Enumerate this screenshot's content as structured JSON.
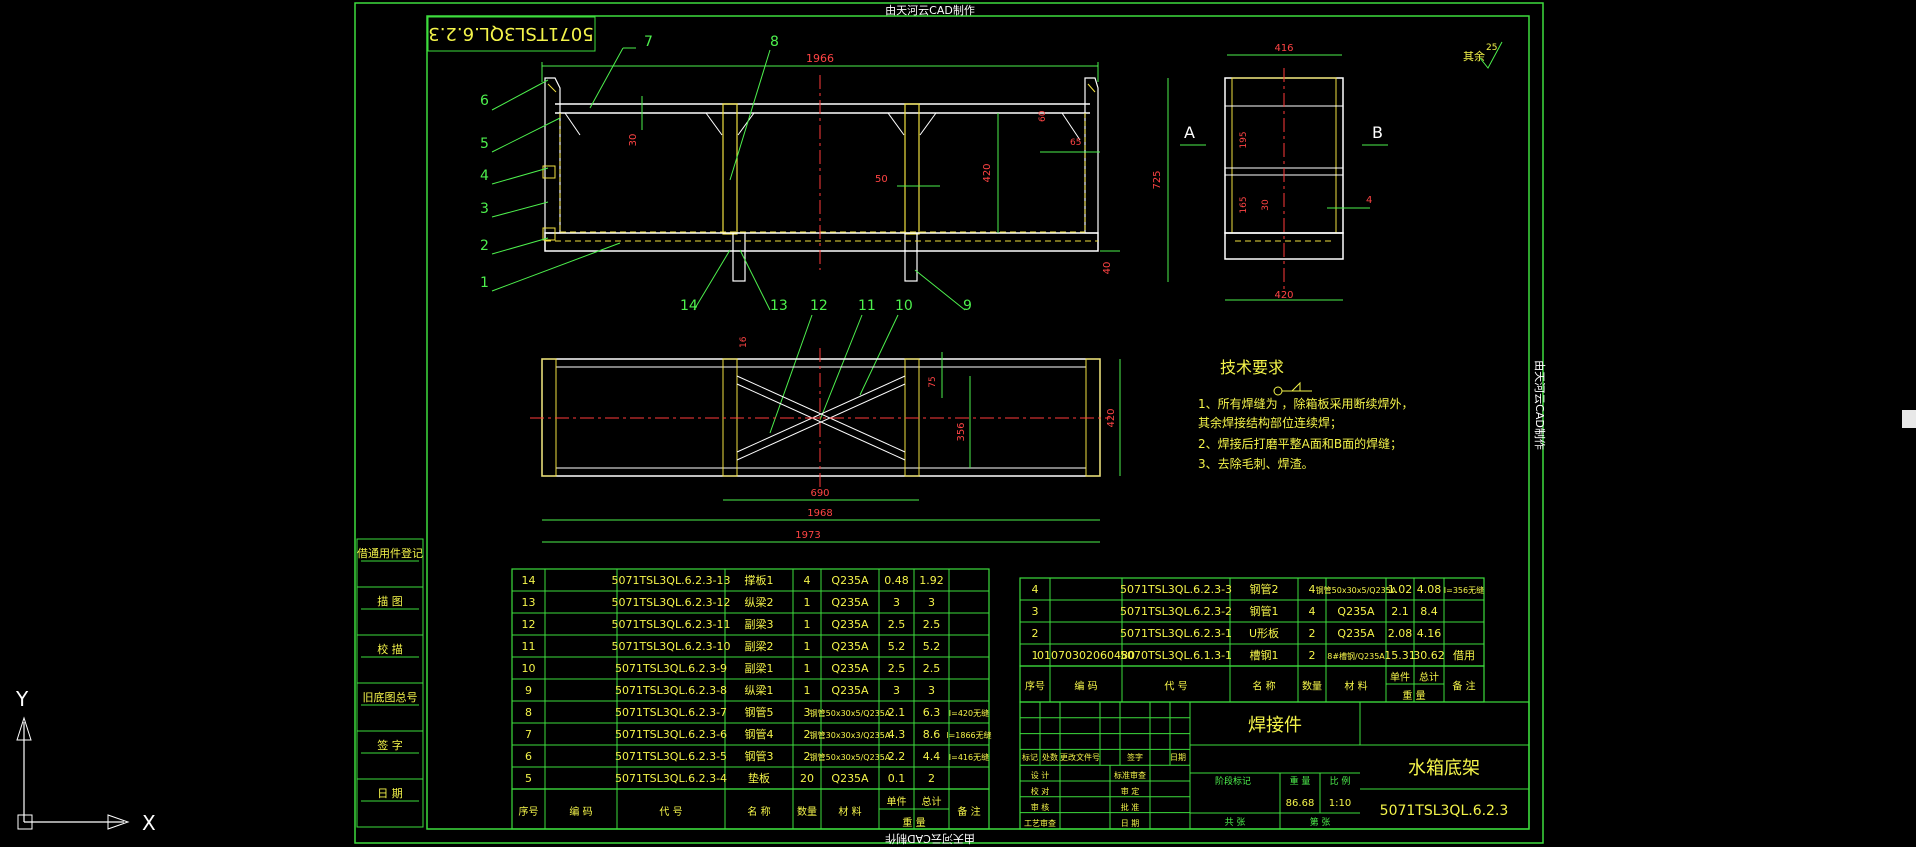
{
  "watermark": "由天河云CAD制作",
  "part_code_stamp": "5071TSL3QL.6.2.3",
  "general_note": "其余",
  "roughness_value": "25",
  "dims_front": {
    "overall": "1966",
    "d30": "30",
    "d420": "420",
    "d50": "50",
    "d40": "40",
    "d60": "60",
    "d65": "65"
  },
  "dims_side": {
    "width_top": "416",
    "h725": "725",
    "h195": "195",
    "h165": "165",
    "h30": "30",
    "d4": "4",
    "width_bottom": "420"
  },
  "dims_plan": {
    "d690": "690",
    "d1968": "1968",
    "d1973": "1973",
    "d420": "420",
    "d356": "356",
    "d75": "75",
    "d16": "16"
  },
  "view_labels": {
    "a": "A",
    "b": "B"
  },
  "balloons_top": [
    "7",
    "8"
  ],
  "balloons_left": [
    "6",
    "5",
    "4",
    "3",
    "2",
    "1"
  ],
  "balloons_bottom": [
    "14",
    "13",
    "12",
    "11",
    "10",
    "9"
  ],
  "tech": {
    "title": "技术要求",
    "lines": [
      "1、所有焊缝为          ，除箱板采用断续焊外，",
      "    其余焊接结构部位连续焊；",
      "2、焊接后打磨平整A面和B面的焊缝；",
      "3、去除毛刺、焊渣。"
    ]
  },
  "left_column": [
    "借通用件登记",
    "描 图",
    "校 描",
    "旧底图总号",
    "签 字",
    "日 期"
  ],
  "bom_left": {
    "rows": [
      [
        "14",
        "",
        "5071TSL3QL.6.2.3-13",
        "撑板1",
        "4",
        "Q235A",
        "0.48",
        "1.92",
        ""
      ],
      [
        "13",
        "",
        "5071TSL3QL.6.2.3-12",
        "纵梁2",
        "1",
        "Q235A",
        "3",
        "3",
        ""
      ],
      [
        "12",
        "",
        "5071TSL3QL.6.2.3-11",
        "副梁3",
        "1",
        "Q235A",
        "2.5",
        "2.5",
        ""
      ],
      [
        "11",
        "",
        "5071TSL3QL.6.2.3-10",
        "副梁2",
        "1",
        "Q235A",
        "5.2",
        "5.2",
        ""
      ],
      [
        "10",
        "",
        "5071TSL3QL.6.2.3-9",
        "副梁1",
        "1",
        "Q235A",
        "2.5",
        "2.5",
        ""
      ],
      [
        "9",
        "",
        "5071TSL3QL.6.2.3-8",
        "纵梁1",
        "1",
        "Q235A",
        "3",
        "3",
        ""
      ],
      [
        "8",
        "",
        "5071TSL3QL.6.2.3-7",
        "钢管5",
        "3",
        "钢管50x30x5/Q235A",
        "2.1",
        "6.3",
        "l=420无缝"
      ],
      [
        "7",
        "",
        "5071TSL3QL.6.2.3-6",
        "钢管4",
        "2",
        "钢管30x30x3/Q235A",
        "4.3",
        "8.6",
        "l=1866无缝"
      ],
      [
        "6",
        "",
        "5071TSL3QL.6.2.3-5",
        "钢管3",
        "2",
        "钢管50x30x5/Q235A",
        "2.2",
        "4.4",
        "l=416无缝"
      ],
      [
        "5",
        "",
        "5071TSL3QL.6.2.3-4",
        "垫板",
        "20",
        "Q235A",
        "0.1",
        "2",
        ""
      ]
    ],
    "header": [
      "序号",
      "编 码",
      "代 号",
      "名 称",
      "数量",
      "材 料",
      "单件",
      "总计",
      "备 注"
    ],
    "weight_label": "重 量"
  },
  "bom_right": {
    "rows": [
      [
        "4",
        "",
        "5071TSL3QL.6.2.3-3",
        "钢管2",
        "4",
        "钢管50x30x5/Q235A",
        "1.02",
        "4.08",
        "l=356无缝"
      ],
      [
        "3",
        "",
        "5071TSL3QL.6.2.3-2",
        "钢管1",
        "4",
        "Q235A",
        "2.1",
        "8.4",
        ""
      ],
      [
        "2",
        "",
        "5071TSL3QL.6.2.3-1",
        "U形板",
        "2",
        "Q235A",
        "2.08",
        "4.16",
        ""
      ],
      [
        "1",
        "01070302060480",
        "5070TSL3QL.6.1.3-1",
        "槽钢1",
        "2",
        "8#槽钢/Q235A",
        "15.31",
        "30.62",
        "借用"
      ]
    ],
    "header": [
      "序号",
      "编 码",
      "代 号",
      "名 称",
      "数量",
      "材 料",
      "单件",
      "总计",
      "备 注"
    ],
    "weight_label": "重 量"
  },
  "title_block": {
    "part_type": "焊接件",
    "part_name": "水箱底架",
    "drawing_no": "5071TSL3QL.6.2.3",
    "weight": "86.68",
    "scale": "1:10",
    "stage_label": "阶段标记",
    "weight_label": "重 量",
    "scale_label": "比 例",
    "sheets_label": "共 张",
    "sheet_label": "第 张",
    "rev_headers": [
      "标记",
      "处数",
      "更改文件号",
      "签字",
      "日期"
    ],
    "sign_rows": [
      "设 计",
      "校 对",
      "审 核",
      "工艺审查"
    ],
    "sign_rows2": [
      "标准审查",
      "审 定",
      "批 准",
      "日 期"
    ]
  },
  "ucs": {
    "x": "X",
    "y": "Y"
  },
  "colors": {
    "border": "#3ddc3d",
    "part": "#ffffff",
    "dim": "#4df04d",
    "text": "#f4f44a",
    "center": "#ff3a3a",
    "hidden": "#f0e040"
  }
}
